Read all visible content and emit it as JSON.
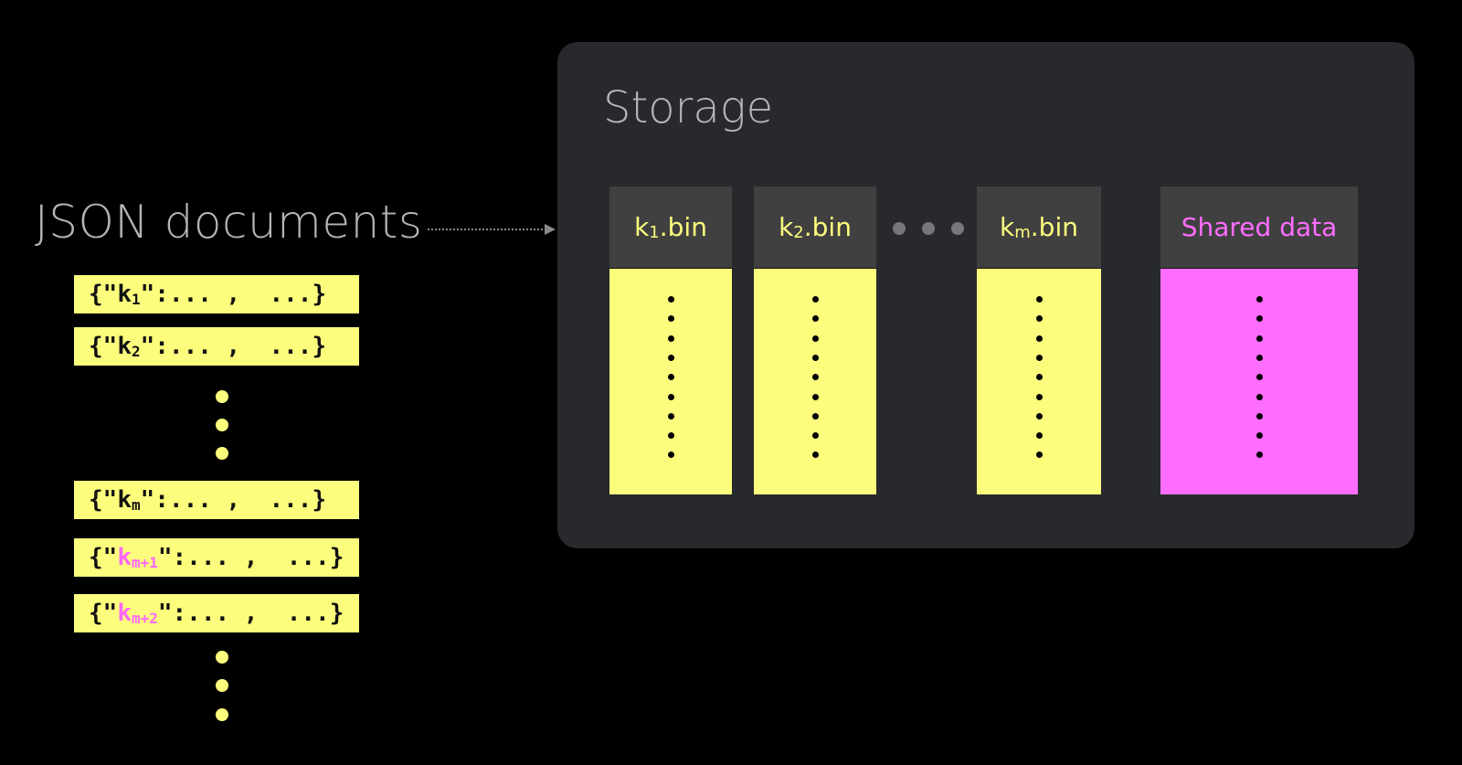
{
  "left": {
    "title": "JSON documents",
    "documents": [
      {
        "prefix": "{\"",
        "key": "k",
        "sub": "1",
        "suffix": "\":... ,  ...}",
        "highlight": false
      },
      {
        "prefix": "{\"",
        "key": "k",
        "sub": "2",
        "suffix": "\":... ,  ...}",
        "highlight": false
      },
      {
        "prefix": "{\"",
        "key": "k",
        "sub": "m",
        "suffix": "\":... ,  ...}",
        "highlight": false
      },
      {
        "prefix": "{\"",
        "key": "k",
        "sub": "m+1",
        "suffix": "\":... ,  ...}",
        "highlight": true
      },
      {
        "prefix": "{\"",
        "key": "k",
        "sub": "m+2",
        "suffix": "\":... ,  ...}",
        "highlight": true
      }
    ]
  },
  "storage": {
    "title": "Storage",
    "columns": [
      {
        "key": "k",
        "sub": "1",
        "ext": ".bin"
      },
      {
        "key": "k",
        "sub": "2",
        "ext": ".bin"
      },
      {
        "key": "k",
        "sub": "m",
        "ext": ".bin"
      }
    ],
    "shared_label": "Shared data"
  },
  "colors": {
    "yellow": "#fdfd7d",
    "magenta": "#ff6dff",
    "panel": "#28292d",
    "header": "#404040"
  }
}
